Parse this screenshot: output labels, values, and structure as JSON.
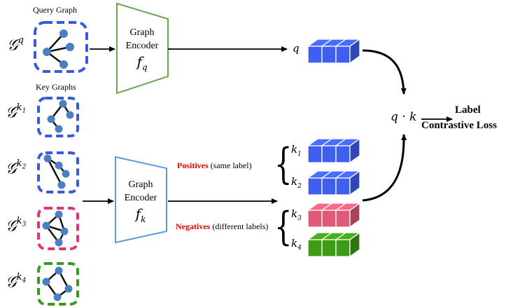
{
  "title_query": "Query Graph",
  "title_keys": "Key Graphs",
  "graph_symbol": "𝒢",
  "graph_query_sup": "q",
  "key_graphs": [
    {
      "sup": "k",
      "sub": "1",
      "color": "#3a5bd9"
    },
    {
      "sup": "k",
      "sub": "2",
      "color": "#3a5bd9"
    },
    {
      "sup": "k",
      "sub": "3",
      "color": "#e0347a"
    },
    {
      "sup": "k",
      "sub": "4",
      "color": "#3a9a1f"
    }
  ],
  "query_graph_color": "#3a5bd9",
  "encoder_q": {
    "line1": "Graph",
    "line2": "Encoder",
    "symbol": "f",
    "sub": "q",
    "color": "#6aa84f"
  },
  "encoder_k": {
    "line1": "Graph",
    "line2": "Encoder",
    "symbol": "f",
    "sub": "k",
    "color": "#5b9bd5"
  },
  "q_label": "q",
  "embeddings": [
    {
      "label": "k",
      "sub": "1",
      "color": "#3f5ff0"
    },
    {
      "label": "k",
      "sub": "2",
      "color": "#3f5ff0"
    },
    {
      "label": "k",
      "sub": "3",
      "color": "#e05a78"
    },
    {
      "label": "k",
      "sub": "4",
      "color": "#3f9a16"
    }
  ],
  "q_embedding_color": "#3f5ff0",
  "positives": {
    "bold": "Positives",
    "rest": " (same label)"
  },
  "negatives": {
    "bold": "Negatives",
    "rest": " (different labels)"
  },
  "dot_product": "q · k",
  "loss": {
    "line1": "Label",
    "line2": "Contrastive Loss"
  }
}
